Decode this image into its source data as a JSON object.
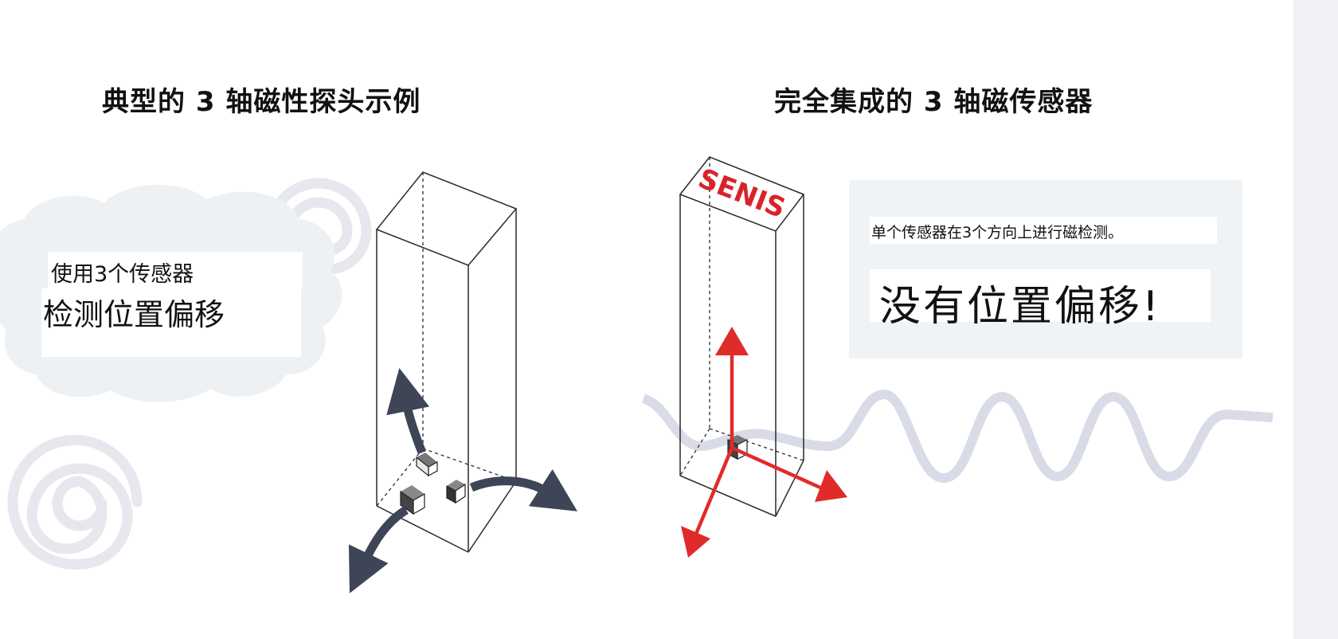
{
  "left_panel": {
    "title": "典型的 3 轴磁性探头示例",
    "note_line1": "使用3个传感器",
    "note_line2": "检测位置偏移"
  },
  "right_panel": {
    "title": "完全集成的 3 轴磁传感器",
    "brand_label": "SENIS",
    "note_line1": "单个传感器在3个方向上进行磁检测。",
    "note_line2": "没有位置偏移!"
  },
  "colors": {
    "arrow_dark": "#3d4556",
    "arrow_red": "#e02b2b",
    "brand_red": "#d9232a",
    "cloud_bg": "#eef1f4",
    "panel_bg": "#f0f3f5",
    "wave": "#d9dce7",
    "spiral": "#e6e8ee"
  }
}
